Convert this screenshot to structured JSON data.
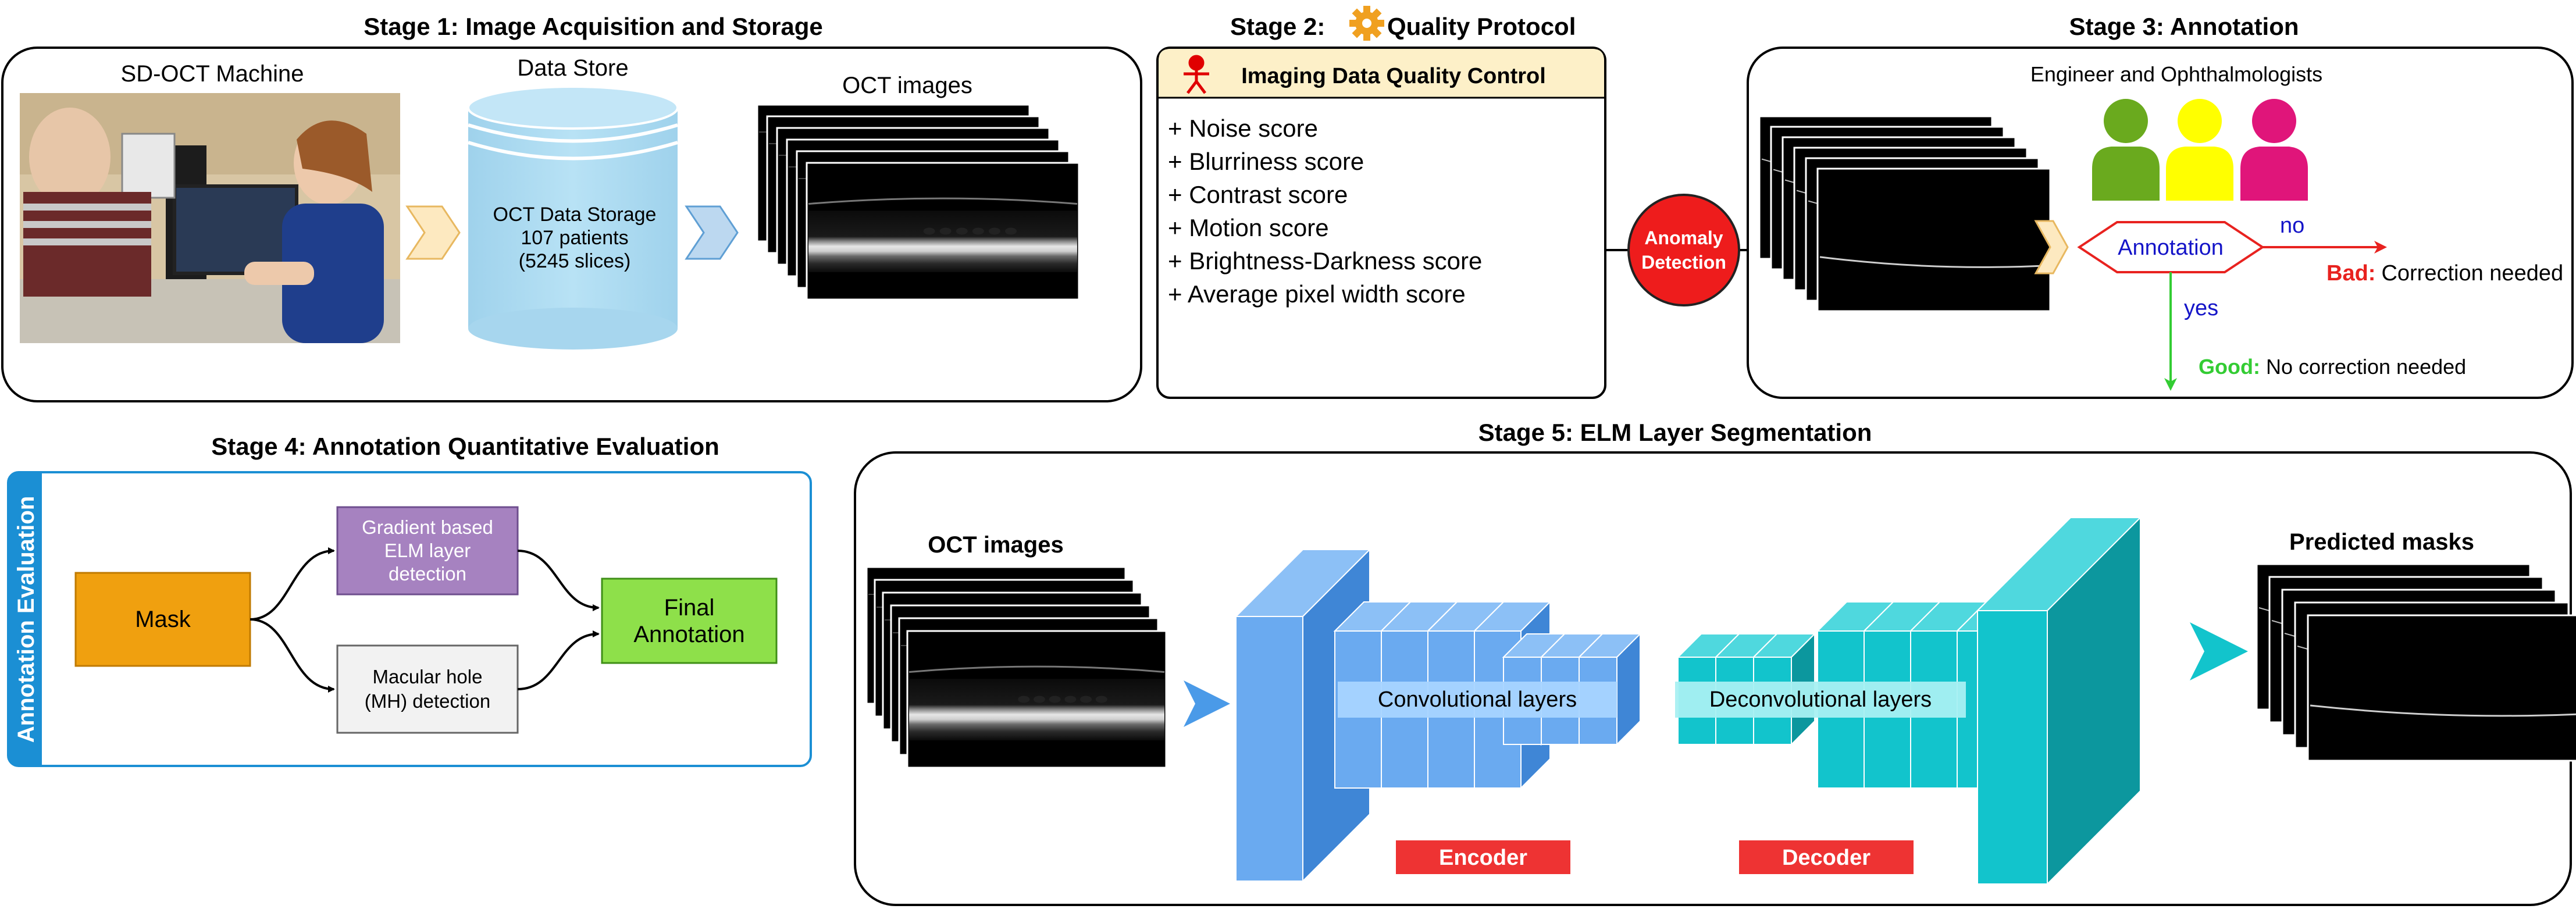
{
  "stage1": {
    "title": "Stage 1: Image Acquisition and Storage",
    "machine_label": "SD-OCT Machine",
    "datastore_label": "Data Store",
    "storage_line1": "OCT Data Storage",
    "storage_line2": "107 patients",
    "storage_line3": "(5245 slices)",
    "images_label": "OCT images"
  },
  "stage2": {
    "title_prefix": "Stage 2:",
    "title_suffix": "Quality Protocol",
    "header": "Imaging Data Quality Control",
    "scores": [
      "+ Noise score",
      "+ Blurriness score",
      "+ Contrast score",
      "+ Motion score",
      "+ Brightness-Darkness score",
      "+ Average pixel width score"
    ],
    "icons": [
      "gear-icon",
      "person-icon"
    ]
  },
  "anomaly": {
    "line1": "Anomaly",
    "line2": "Detection"
  },
  "stage3": {
    "title": "Stage 3: Annotation",
    "team_label": "Engineer and Ophthalmologists",
    "decision_label": "Annotation",
    "no_label": "no",
    "yes_label": "yes",
    "bad_label": "Bad:",
    "bad_text": "Correction needed",
    "good_label": "Good:",
    "good_text": "No correction needed",
    "person_colors": [
      "#6aaa1e",
      "#ffff00",
      "#e0157a"
    ]
  },
  "stage4": {
    "title": "Stage 4: Annotation Quantitative Evaluation",
    "side_label": "Annotation Evaluation",
    "mask_label": "Mask",
    "gradient_line1": "Gradient based",
    "gradient_line2": "ELM layer",
    "gradient_line3": "detection",
    "mh_line1": "Macular hole",
    "mh_line2": "(MH) detection",
    "final_line1": "Final",
    "final_line2": "Annotation"
  },
  "stage5": {
    "title": "Stage 5: ELM Layer Segmentation",
    "input_label": "OCT images",
    "conv_label": "Convolutional layers",
    "deconv_label": "Deconvolutional layers",
    "encoder_label": "Encoder",
    "decoder_label": "Decoder",
    "output_label": "Predicted masks"
  },
  "colors": {
    "bad": "#e8221f",
    "good": "#33cc33",
    "no": "#1414c8",
    "anomaly": "#ee1c1c",
    "encoder_blue": "#6aaaf0",
    "decoder_teal": "#12c4cc",
    "red_label": "#ee3333",
    "quality_header": "#fdf0c8"
  }
}
